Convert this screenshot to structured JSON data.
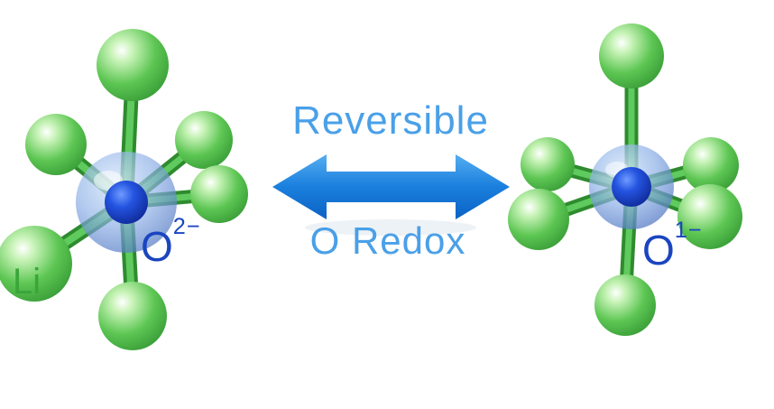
{
  "figure": {
    "arrow": {
      "top_label": "Reversible",
      "bottom_label": "O Redox"
    },
    "left_molecule": {
      "ligand_label": "Li",
      "center_label_base": "O",
      "center_label_sup": "2−"
    },
    "right_molecule": {
      "center_label_base": "O",
      "center_label_sup": "1−"
    },
    "colors": {
      "arrow_blue": "#1a7fdd",
      "arrow_label_blue": "#4aa0e8",
      "ligand_green": "#55c24e",
      "bond_green": "#2e8b2e",
      "oxygen_core_blue": "#12269a",
      "oxygen_shell_blue": "#7fa8e8",
      "li_label_green": "#3aa63a",
      "oxygen_label_blue": "#1b45c0",
      "background": "#ffffff"
    }
  }
}
